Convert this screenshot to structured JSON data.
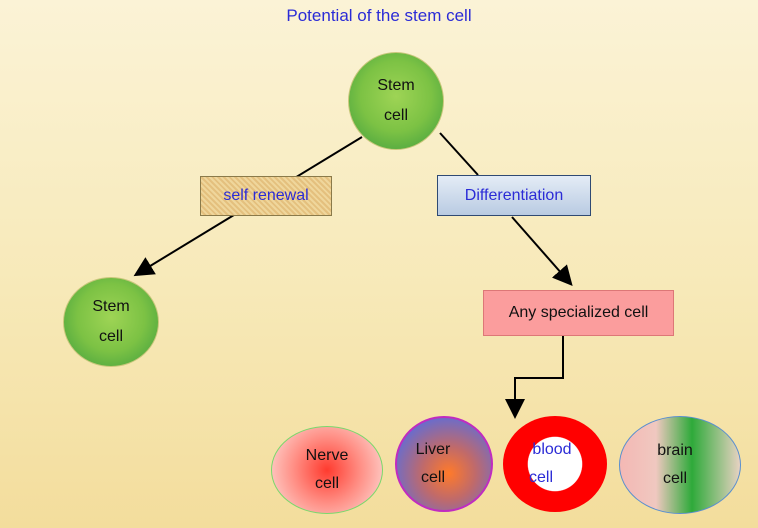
{
  "title": "Potential of the stem cell",
  "nodes": {
    "stem_top": {
      "line1": "Stem",
      "line2": "cell"
    },
    "stem_left": {
      "line1": "Stem",
      "line2": "cell"
    },
    "self_renewal": "self renewal",
    "differentiation": "Differentiation",
    "specialized": "Any specialized cell",
    "nerve": {
      "line1": "Nerve",
      "line2": "cell"
    },
    "liver": {
      "line1": "Liver",
      "line2": "cell"
    },
    "blood": {
      "line1": "blood",
      "line2": "cell"
    },
    "brain": {
      "line1": "brain",
      "line2": "cell"
    }
  },
  "colors": {
    "title_text": "#2b2bd6",
    "stem_green": "#7cc244",
    "specialized_fill": "#fb9d9d",
    "blood_red": "#ff0000",
    "arrow": "#000000"
  }
}
